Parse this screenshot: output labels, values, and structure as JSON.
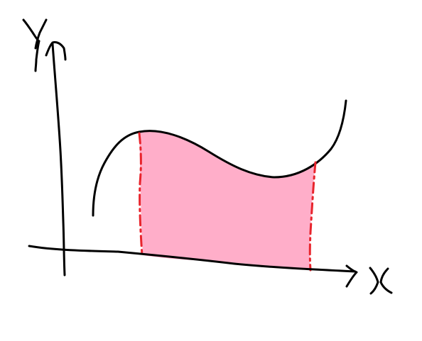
{
  "diagram": {
    "axis_labels": {
      "y": "Y",
      "x": "X"
    },
    "colors": {
      "ink": "#000000",
      "shaded_region": "#FFAEC9",
      "boundary_dash": "#E8242C",
      "background": "#FFFFFF"
    },
    "elements": [
      "y-axis",
      "x-axis",
      "curve",
      "shaded-region",
      "left-boundary",
      "right-boundary"
    ]
  }
}
